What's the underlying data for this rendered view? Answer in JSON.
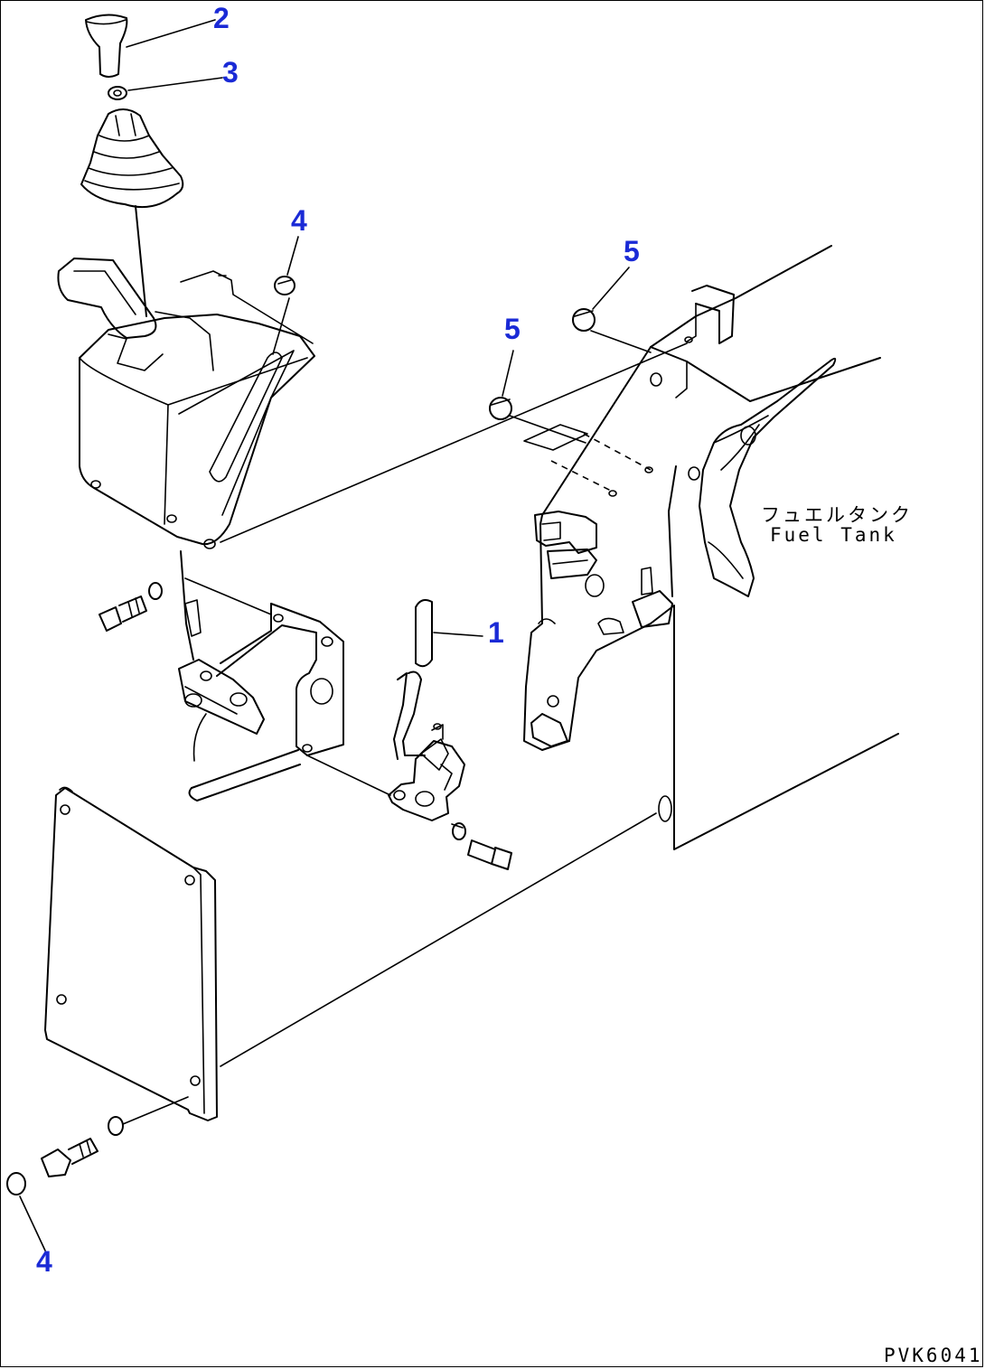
{
  "callouts": {
    "c1": "1",
    "c2": "2",
    "c3": "3",
    "c4_upper": "4",
    "c4_lower": "4",
    "c5_upper": "5",
    "c5_lower": "5"
  },
  "labels": {
    "fuel_tank_jp": "フュエルタンク",
    "fuel_tank_en": "Fuel Tank"
  },
  "drawing_code": "PVK6041",
  "colors": {
    "callout": "#1a2ad6",
    "line": "#000000",
    "background": "#ffffff"
  }
}
